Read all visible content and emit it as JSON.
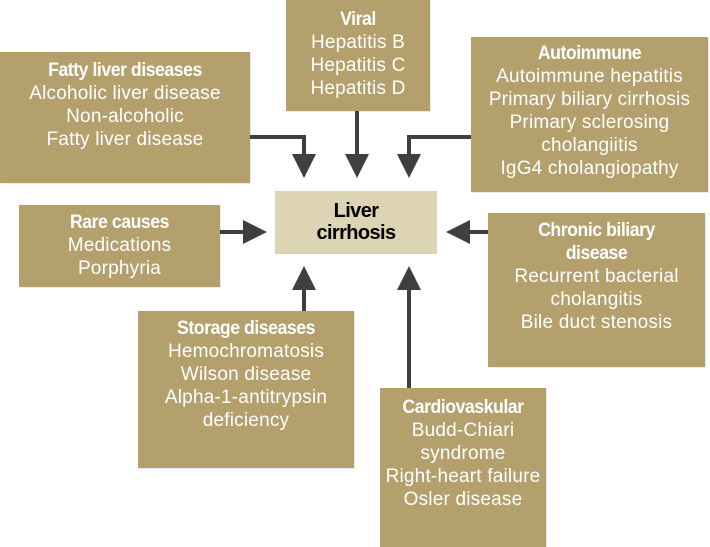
{
  "colors": {
    "box": "#b3a06c",
    "center": "#dcd4b2",
    "arrow": "#3f3f3f",
    "text": "#ffffff"
  },
  "center": {
    "line1": "Liver",
    "line2": "cirrhosis"
  },
  "boxes": {
    "viral": {
      "title": "Viral",
      "lines": [
        "Hepatitis B",
        "Hepatitis C",
        "Hepatitis D"
      ]
    },
    "fatty": {
      "title": "Fatty liver diseases",
      "lines": [
        "Alcoholic liver disease",
        "Non-alcoholic",
        "Fatty liver disease"
      ]
    },
    "autoimmune": {
      "title": "Autoimmune",
      "lines": [
        "Autoimmune hepatitis",
        "Primary biliary cirrhosis",
        "Primary sclerosing",
        "cholangiitis",
        "IgG4 cholangiopathy"
      ]
    },
    "rare": {
      "title": "Rare causes",
      "lines": [
        "Medications",
        "Porphyria"
      ]
    },
    "biliary": {
      "title_lines": [
        "Chronic biliary",
        "disease"
      ],
      "lines": [
        "Recurrent bacterial",
        "cholangitis",
        "Bile duct stenosis"
      ]
    },
    "storage": {
      "title": "Storage diseases",
      "lines": [
        "Hemochromatosis",
        "Wilson disease",
        "Alpha-1-antitrypsin",
        "deficiency"
      ]
    },
    "cardio": {
      "title": "Cardiovaskular",
      "lines": [
        "Budd-Chiari",
        "syndrome",
        "Right-heart failure",
        "Osler disease"
      ]
    }
  }
}
